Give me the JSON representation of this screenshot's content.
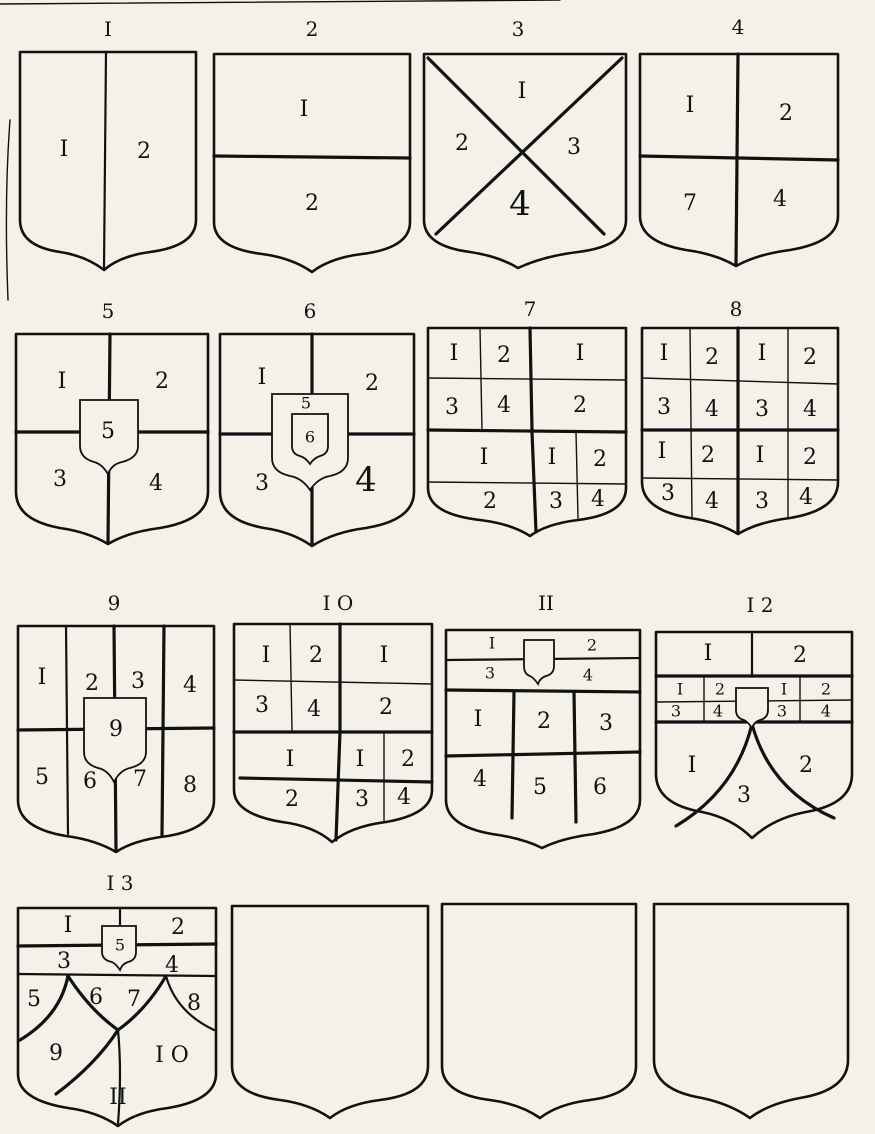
{
  "figures": [
    {
      "caption": "I"
    },
    {
      "caption": "2"
    },
    {
      "caption": "3"
    },
    {
      "caption": "4"
    },
    {
      "caption": "5"
    },
    {
      "caption": "6"
    },
    {
      "caption": "7"
    },
    {
      "caption": "8"
    },
    {
      "caption": "9"
    },
    {
      "caption": "I O"
    },
    {
      "caption": "II"
    },
    {
      "caption": "I 2"
    },
    {
      "caption": "I 3"
    }
  ],
  "labels": {
    "f1": [
      "I",
      "2"
    ],
    "f2": [
      "I",
      "2"
    ],
    "f3": [
      "I",
      "2",
      "3",
      "4"
    ],
    "f4": [
      "I",
      "2",
      "7",
      "4"
    ],
    "f5": [
      "I",
      "2",
      "5",
      "3",
      "4"
    ],
    "f6": [
      "I",
      "2",
      "5",
      "6",
      "3",
      "4"
    ],
    "f7": [
      "I",
      "2",
      "I",
      "3",
      "4",
      "2",
      "I",
      "I",
      "2",
      "2",
      "3",
      "4"
    ],
    "f8": [
      "I",
      "2",
      "I",
      "2",
      "3",
      "4",
      "3",
      "4",
      "I",
      "2",
      "I",
      "2",
      "3",
      "4",
      "3",
      "4"
    ],
    "f9": [
      "I",
      "2",
      "3",
      "4",
      "9",
      "5",
      "6",
      "7",
      "8"
    ],
    "f10": [
      "I",
      "2",
      "I",
      "3",
      "4",
      "2",
      "I",
      "I",
      "2",
      "2",
      "3",
      "4"
    ],
    "f11": [
      "I",
      "2",
      "3",
      "4",
      "I",
      "2",
      "3",
      "4",
      "5",
      "6"
    ],
    "f12": [
      "I",
      "2",
      "I",
      "2",
      "I",
      "2",
      "3",
      "4",
      "3",
      "4",
      "I",
      "2",
      "3"
    ],
    "f13": [
      "I",
      "2",
      "5",
      "3",
      "4",
      "5",
      "6",
      "7",
      "8",
      "9",
      "I O",
      "II"
    ]
  }
}
